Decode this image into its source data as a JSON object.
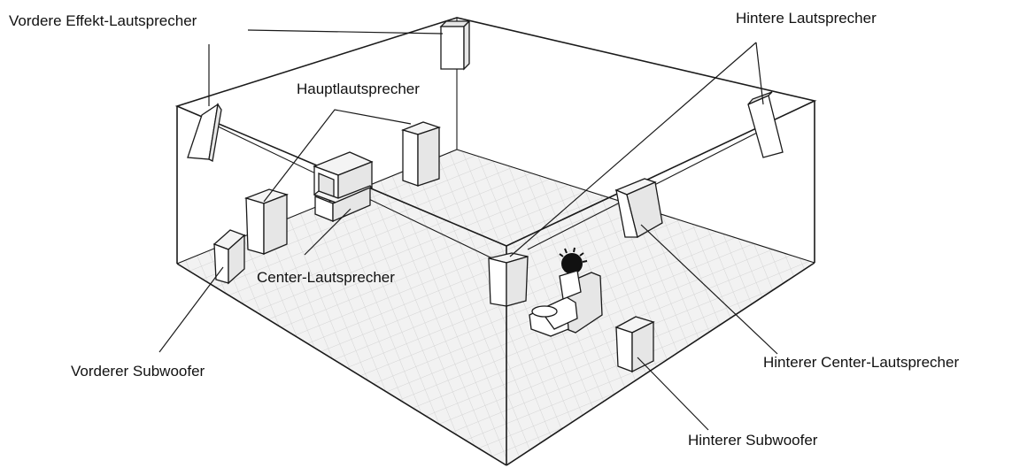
{
  "labels": {
    "front_effect": "Vordere Effekt-Lautsprecher",
    "rear_speakers": "Hintere Lautsprecher",
    "main_speakers": "Hauptlautsprecher",
    "center": "Center-Lautsprecher",
    "front_subwoofer": "Vorderer Subwoofer",
    "rear_center": "Hinterer Center-Lautsprecher",
    "rear_subwoofer": "Hinterer Subwoofer"
  },
  "colors": {
    "line": "#1a1a1a",
    "floor": "#f2f2f2",
    "floor_grid": "#d4d4d4",
    "speaker_side": "#e6e6e6",
    "text": "#111111"
  }
}
